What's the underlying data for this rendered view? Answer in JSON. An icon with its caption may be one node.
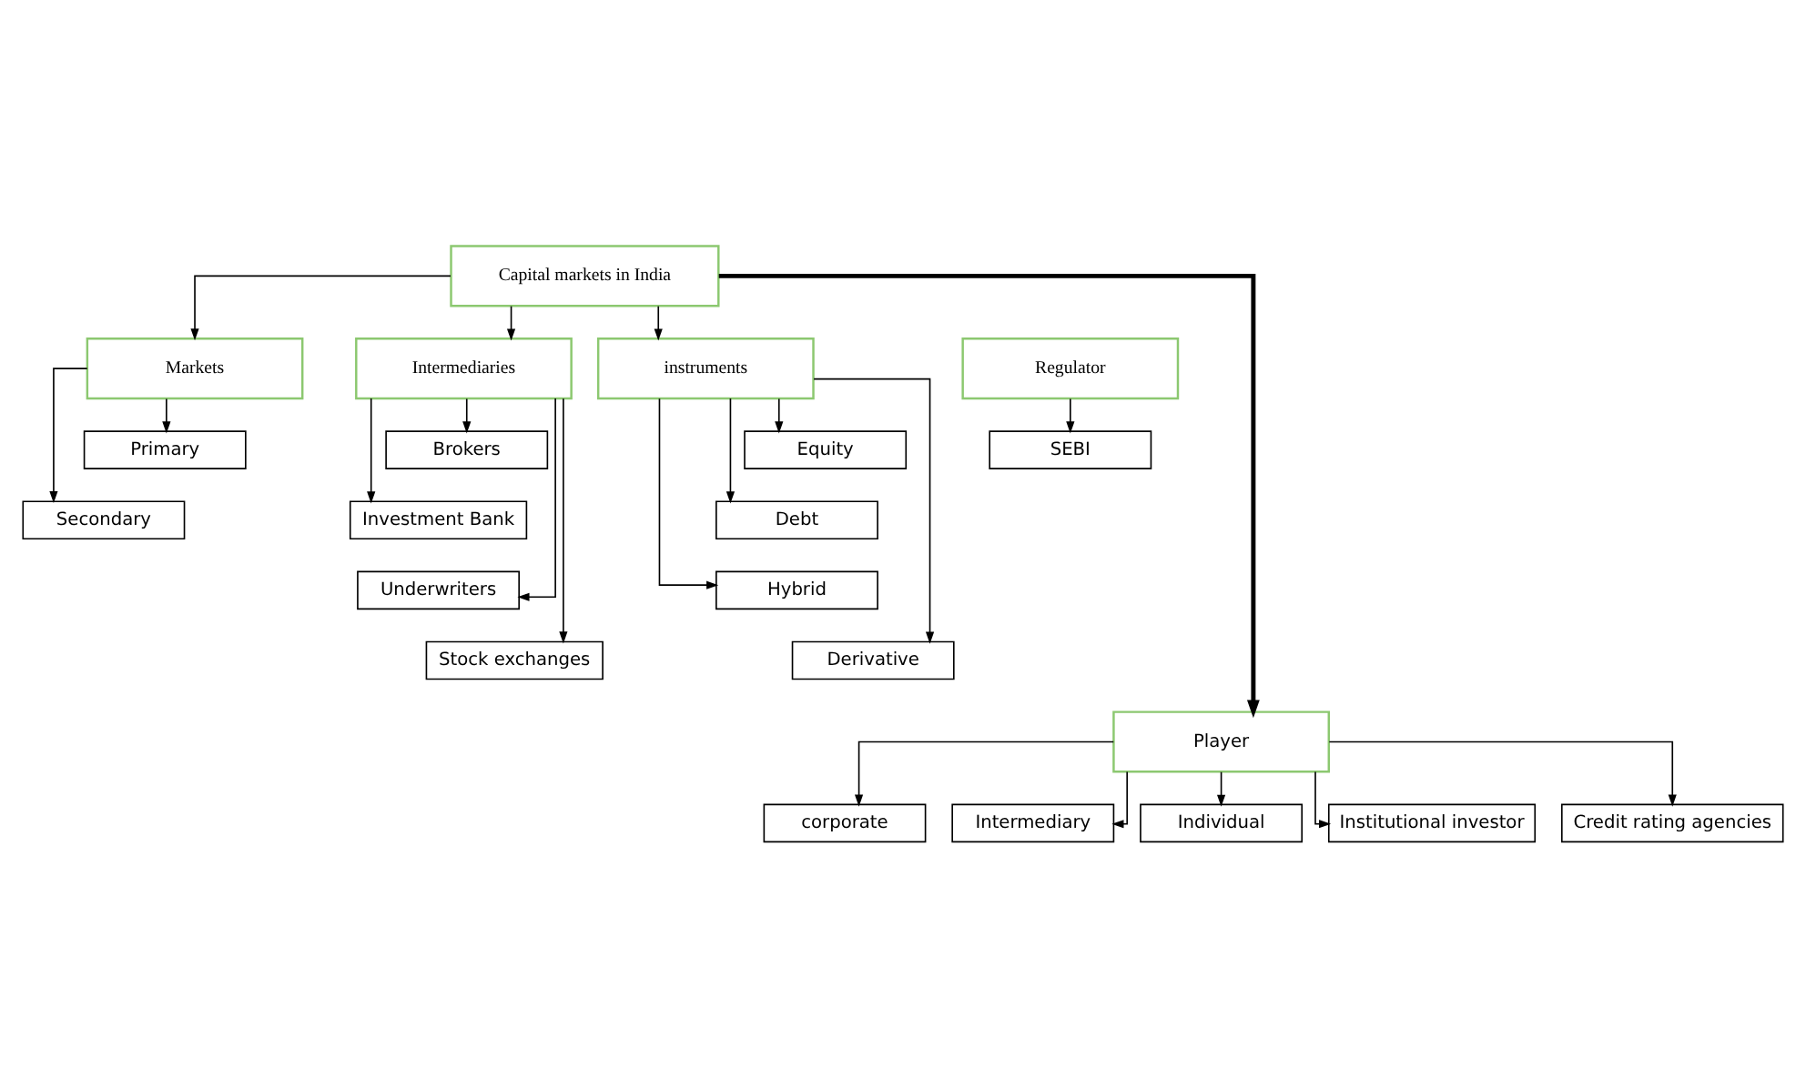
{
  "diagram": {
    "nodes": [
      {
        "text": [
          "Capital markets in India"
        ]
      },
      {
        "text": [
          "Markets"
        ]
      },
      {
        "text": [
          "Primary"
        ]
      },
      {
        "text": [
          "Secondary"
        ]
      },
      {
        "text": [
          "Intermediaries"
        ]
      },
      {
        "text": [
          "Brokers"
        ]
      },
      {
        "text": [
          "Investment Bank"
        ]
      },
      {
        "text": [
          "Underwriters"
        ]
      },
      {
        "text": [
          "Stock exchanges"
        ]
      },
      {
        "text": [
          "instruments"
        ]
      },
      {
        "text": [
          "Equity"
        ]
      },
      {
        "text": [
          "Debt"
        ]
      },
      {
        "text": [
          "Hybrid"
        ]
      },
      {
        "text": [
          "Derivative"
        ]
      },
      {
        "text": [
          "Regulator"
        ]
      },
      {
        "text": [
          "SEBI"
        ]
      },
      {
        "text": [
          "Player"
        ]
      },
      {
        "text": [
          "corporate"
        ]
      },
      {
        "text": [
          "Intermediary"
        ]
      },
      {
        "text": [
          "Individual"
        ]
      },
      {
        "text": [
          "Institutional investor"
        ]
      },
      {
        "text": [
          "Credit rating agencies"
        ]
      }
    ],
    "edges": [
      {
        "from": 0,
        "to": 1,
        "arrow": "to"
      },
      {
        "from": 0,
        "to": 4,
        "arrow": "to"
      },
      {
        "from": 0,
        "to": 9,
        "arrow": "to"
      },
      {
        "from": 0,
        "to": 16,
        "arrow": "to",
        "style": "thick"
      },
      {
        "from": 1,
        "to": 2,
        "arrow": "to"
      },
      {
        "from": 1,
        "to": 3,
        "arrow": "to"
      },
      {
        "from": 4,
        "to": 5,
        "arrow": "to"
      },
      {
        "from": 4,
        "to": 6,
        "arrow": "to"
      },
      {
        "from": 4,
        "to": 7,
        "arrow": "to"
      },
      {
        "from": 4,
        "to": 8,
        "arrow": "to"
      },
      {
        "from": 9,
        "to": 10,
        "arrow": "to"
      },
      {
        "from": 9,
        "to": 11,
        "arrow": "to"
      },
      {
        "from": 9,
        "to": 12,
        "arrow": "to"
      },
      {
        "from": 9,
        "to": 13,
        "arrow": "to"
      },
      {
        "from": 14,
        "to": 15,
        "arrow": "to"
      },
      {
        "from": 16,
        "to": 17,
        "arrow": "to"
      },
      {
        "from": 16,
        "to": 18,
        "arrow": "to"
      },
      {
        "from": 16,
        "to": 19,
        "arrow": "to"
      },
      {
        "from": 16,
        "to": 20,
        "arrow": "to"
      },
      {
        "from": 16,
        "to": 21,
        "arrow": "to"
      }
    ]
  }
}
